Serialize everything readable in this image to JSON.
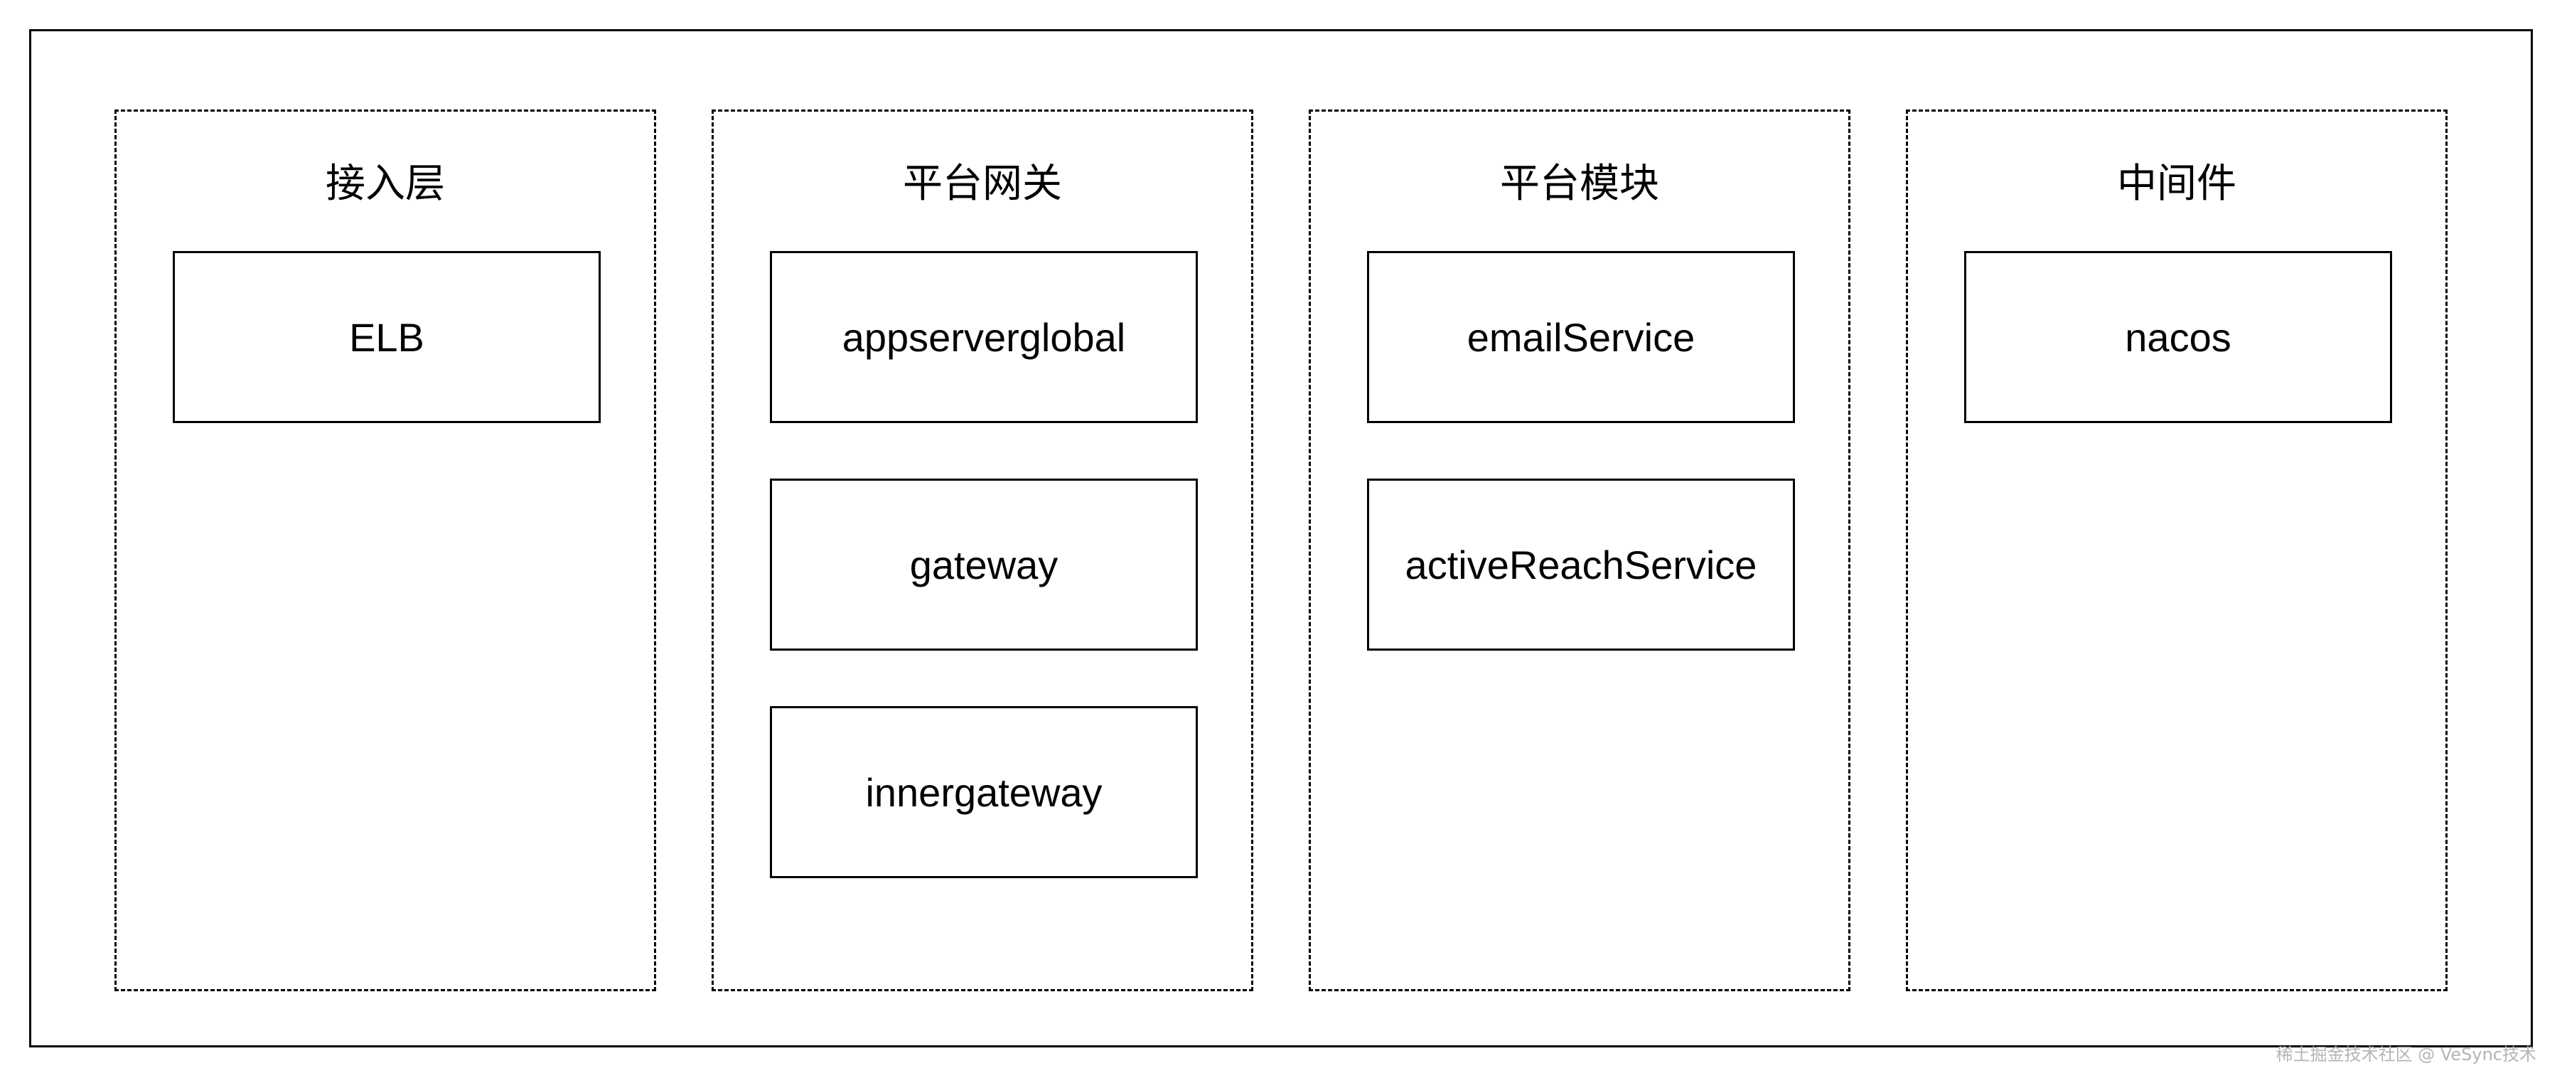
{
  "layers": [
    {
      "title": "接入层",
      "components": [
        "ELB"
      ]
    },
    {
      "title": "平台网关",
      "components": [
        "appserverglobal",
        "gateway",
        "innergateway"
      ]
    },
    {
      "title": "平台模块",
      "components": [
        "emailService",
        "activeReachService"
      ]
    },
    {
      "title": "中间件",
      "components": [
        "nacos"
      ]
    }
  ],
  "watermark": "稀土掘金技术社区 @ VeSync技术",
  "colors": {
    "stroke": "#000000",
    "background": "#ffffff",
    "watermark": "#b5b5b5"
  }
}
